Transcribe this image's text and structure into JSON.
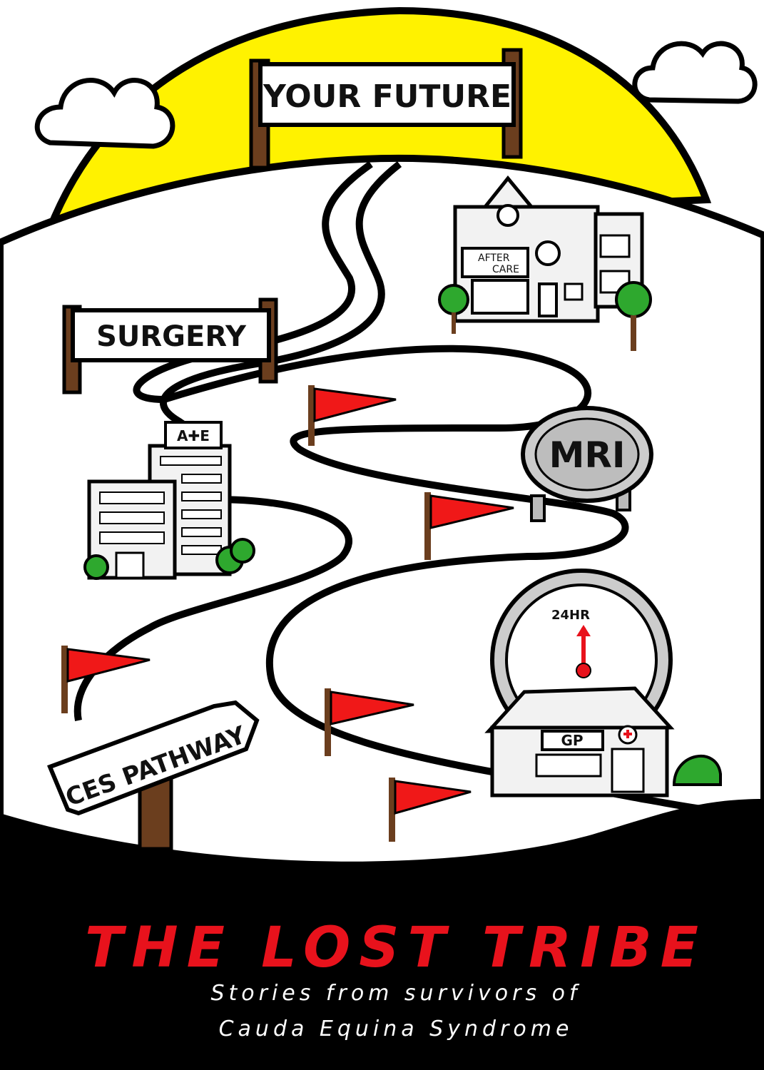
{
  "signs": {
    "your_future": "YOUR FUTURE",
    "surgery": "SURGERY",
    "ces_pathway": "CES PATHWAY"
  },
  "buildings": {
    "aftercare_line1": "AFTER",
    "aftercare_line2": "CARE",
    "ae_sign": "A✚E",
    "mri_label": "MRI",
    "gp_label": "GP",
    "clock_label": "24HR"
  },
  "cover": {
    "title": "THE LOST TRIBE",
    "subtitle_line1": "Stories from survivors of",
    "subtitle_line2": "Cauda Equina Syndrome"
  },
  "colors": {
    "sun_yellow": "#FFF200",
    "flag_red": "#F01818",
    "title_red": "#E8121C",
    "tree_green": "#2EA82E",
    "post_brown": "#6B3E1E",
    "ground_black": "#000000"
  }
}
